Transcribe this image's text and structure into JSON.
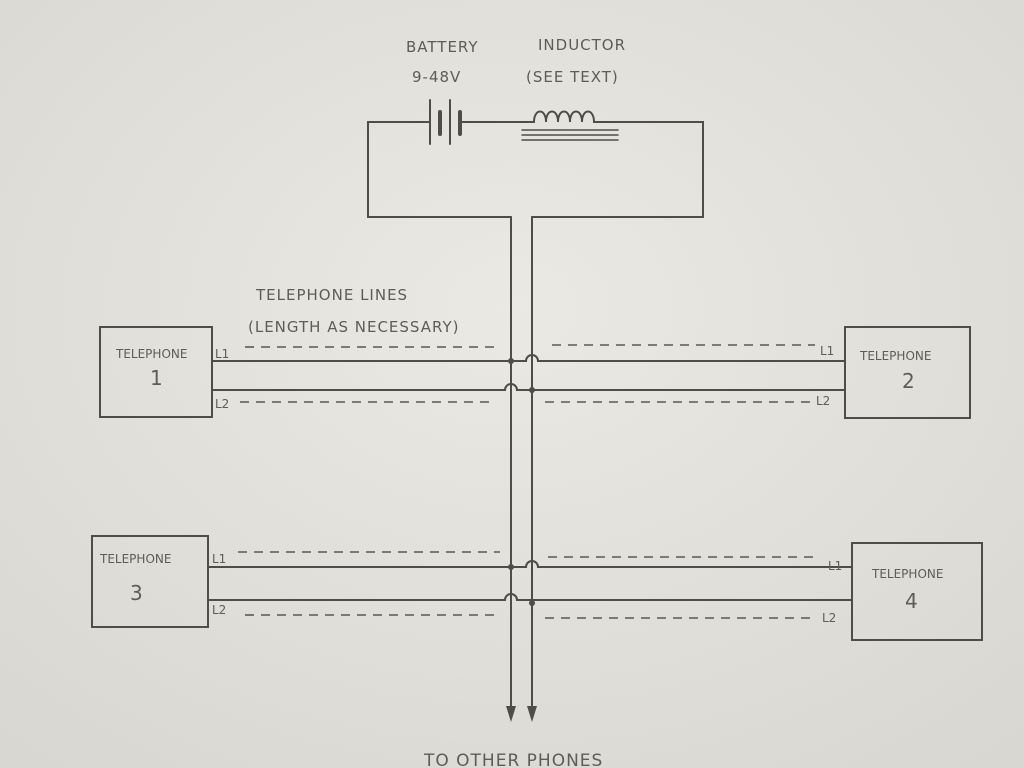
{
  "battery": {
    "label": "BATTERY",
    "voltage": "9-48V"
  },
  "inductor": {
    "label": "INDUCTOR",
    "note": "(SEE TEXT)"
  },
  "lines_note": {
    "title": "TELEPHONE LINES",
    "subtitle": "(LENGTH AS NECESSARY)"
  },
  "phones": [
    {
      "label": "TELEPHONE",
      "number": "1",
      "l1": "L1",
      "l2": "L2"
    },
    {
      "label": "TELEPHONE",
      "number": "2",
      "l1": "L1",
      "l2": "L2"
    },
    {
      "label": "TELEPHONE",
      "number": "3",
      "l1": "L1",
      "l2": "L2"
    },
    {
      "label": "TELEPHONE",
      "number": "4",
      "l1": "L1",
      "l2": "L2"
    }
  ],
  "footer": "TO OTHER PHONES"
}
